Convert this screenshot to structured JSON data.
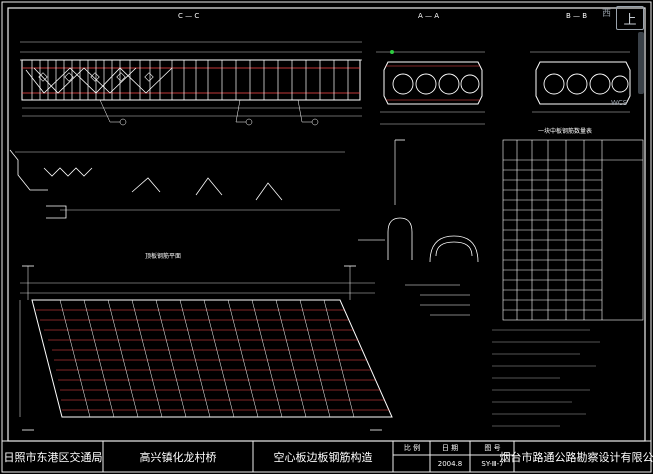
{
  "viewport": {
    "top_label": "上",
    "side_label": "西",
    "wcs_label": "WCS"
  },
  "sections": {
    "cc_title": "C — C",
    "aa_title": "A — A",
    "bb_title": "B — B",
    "plan_title": "顶板钢筋平面",
    "table_title": "一块中板钢筋数量表"
  },
  "title_block": {
    "owner": "日照市东港区交通局",
    "project": "高兴镇化龙村桥",
    "drawing": "空心板边板钢筋构造",
    "scale_header": "比 例",
    "date_header": "日 期",
    "no_header": "图 号",
    "date": "2004.8",
    "drawing_no": "SY-Ⅲ-7",
    "designer": "烟台市路通公路勘察设计有限公司"
  },
  "colors": {
    "line": "#ffffff",
    "frame": "#f2f2f2",
    "rebar": "#ff4d4d",
    "dim": "#cfcfcf",
    "green": "#2ecc40",
    "yellow": "#ffff55",
    "widget": "#9aa3ad"
  }
}
